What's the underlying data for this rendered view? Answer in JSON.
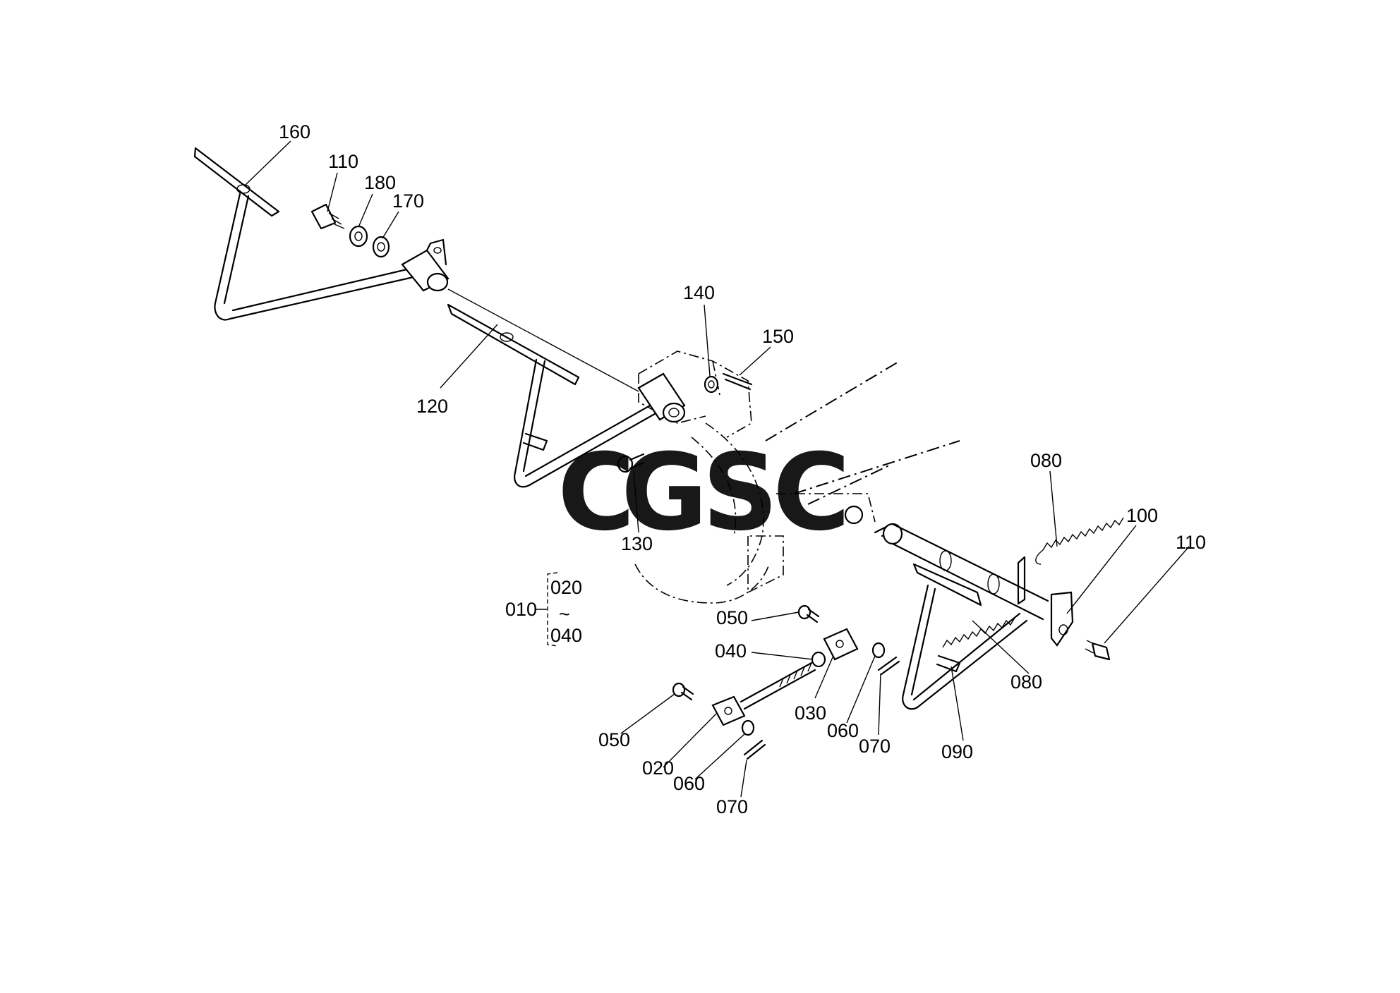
{
  "diagram": {
    "watermark": {
      "letters": [
        {
          "char": "C",
          "color": "#7ba7f4"
        },
        {
          "char": "G",
          "color": "#f2898a"
        },
        {
          "char": "S",
          "color": "#f7d97a"
        },
        {
          "char": "C",
          "color": "#6cb88c"
        }
      ]
    },
    "labels": {
      "p160": "160",
      "p110a": "110",
      "p180": "180",
      "p170": "170",
      "p140": "140",
      "p150": "150",
      "p120": "120",
      "p130": "130",
      "p080a": "080",
      "p100": "100",
      "p110b": "110",
      "p050a": "050",
      "p040": "040",
      "p030": "030",
      "p060a": "060",
      "p070a": "070",
      "p080b": "080",
      "p090": "090",
      "p050b": "050",
      "p020": "020",
      "p060b": "060",
      "p070b": "070"
    },
    "group": {
      "main": "010",
      "from": "020",
      "tilde": "~",
      "to": "040"
    }
  }
}
